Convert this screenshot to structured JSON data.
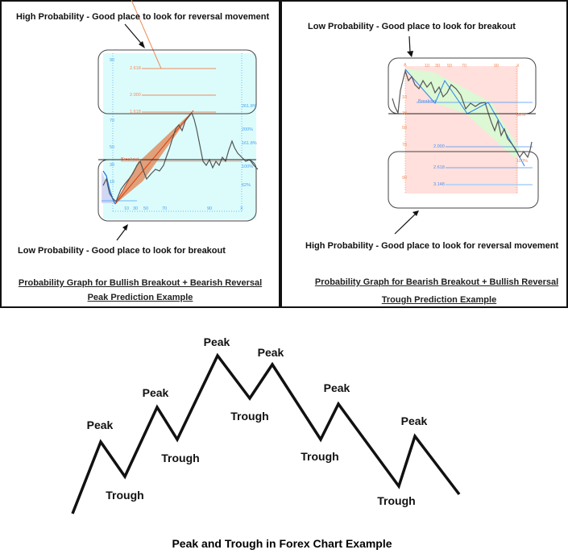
{
  "left_panel": {
    "top_note": "High Probability - Good place to look for reversal movement",
    "bottom_note": "Low Probability - Good place to look for breakout",
    "caption_line1": "Probability Graph for Bullish Breakout + Bearish Reversal",
    "caption_line2": "Peak Prediction Example",
    "fib_levels": [
      "2.618",
      "2.000",
      "1.618"
    ],
    "breakout_label": "Breakout",
    "y_ticks": [
      "90",
      "70",
      "50",
      "30",
      "10"
    ],
    "x_ticks": [
      "10",
      "30",
      "50",
      "70",
      "90",
      "X"
    ],
    "right_pct": [
      "261.8%",
      "200%",
      "161.8%",
      "100%",
      "62%"
    ],
    "colors": {
      "background": "#dcfcfc",
      "wedge": "#e08a5a",
      "fib": "#f08a5a",
      "axis": "#4aa0f0"
    }
  },
  "right_panel": {
    "top_note": "Low Probability - Good place to look for breakout",
    "bottom_note": "High Probability - Good place to look for reversal movement",
    "caption_line1": "Probability Graph for Bearish Breakout + Bullish Reversal",
    "caption_line2": "Trough Prediction Example",
    "fib_levels": [
      "2.000",
      "2.618",
      "3.148"
    ],
    "breakout_label": "Breakout",
    "y_ticks": [
      "10",
      "30",
      "50",
      "70",
      "90"
    ],
    "x_ticks": [
      "A",
      "10",
      "30",
      "50",
      "70",
      "90",
      "X"
    ],
    "right_pct": [
      "38%",
      "100%"
    ],
    "colors": {
      "background": "#ffe0dc",
      "wedge": "#dcf8d4",
      "fib": "#4a90f0",
      "axis": "#f08a5a"
    }
  },
  "diagram": {
    "labels": [
      {
        "text": "Peak"
      },
      {
        "text": "Trough"
      },
      {
        "text": "Peak"
      },
      {
        "text": "Trough"
      },
      {
        "text": "Peak"
      },
      {
        "text": "Trough"
      },
      {
        "text": "Peak"
      },
      {
        "text": "Trough"
      },
      {
        "text": "Peak"
      },
      {
        "text": "Trough"
      },
      {
        "text": "Peak"
      }
    ],
    "caption": "Peak and Trough in Forex Chart Example"
  }
}
